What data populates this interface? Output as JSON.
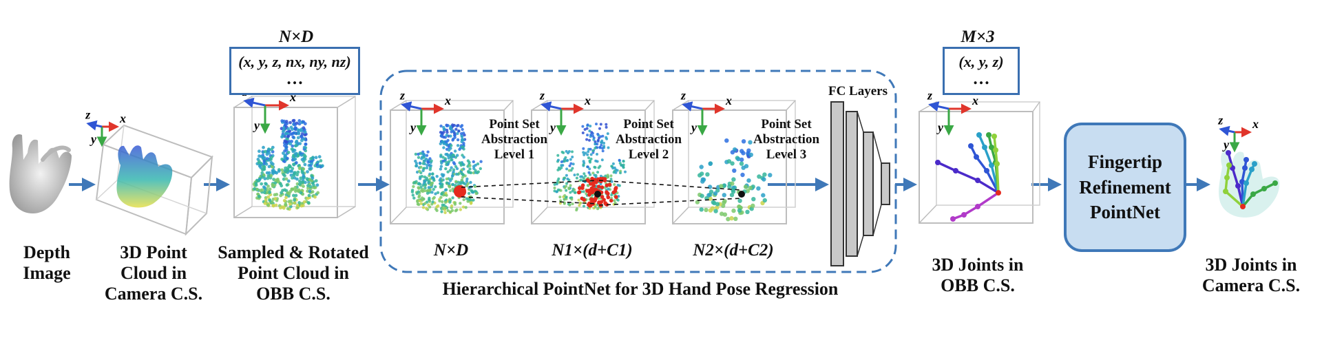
{
  "labels": {
    "depth_image": "Depth\nImage",
    "point_cloud_camera": "3D Point\nCloud in\nCamera C.S.",
    "sampled_rotated": "Sampled & Rotated\nPoint Cloud in\nOBB C.S.",
    "abstraction_1": "Point Set\nAbstraction\nLevel 1",
    "abstraction_2": "Point Set\nAbstraction\nLevel 2",
    "abstraction_3": "Point Set\nAbstraction\nLevel 3",
    "fc_layers": "FC Layers",
    "hierarchical_caption": "Hierarchical PointNet for 3D Hand Pose Regression",
    "joints_obb": "3D Joints in\nOBB C.S.",
    "fingertip_refinement": "Fingertip\nRefinement\nPointNet",
    "joints_camera": "3D Joints in\nCamera C.S."
  },
  "math": {
    "nd_top": "N×D",
    "nd_features": "(x, y, z, nx, ny, nz)",
    "ellipsis": "…",
    "level0": "N×D",
    "level1": "N1×(d+C1)",
    "level2": "N2×(d+C2)",
    "m3_top": "M×3",
    "xyz": "(x, y, z)"
  },
  "axes": {
    "x": "x",
    "y": "y",
    "z": "z"
  },
  "colors": {
    "arrow": "#3f78b8",
    "box_border": "#3a6fb0",
    "dashed_border": "#3f78b8",
    "refine_fill": "#c8ddf1",
    "axis_x": "#e0352b",
    "axis_y": "#3aa845",
    "axis_z": "#2f55d4",
    "centroid": "#e52a1e"
  }
}
